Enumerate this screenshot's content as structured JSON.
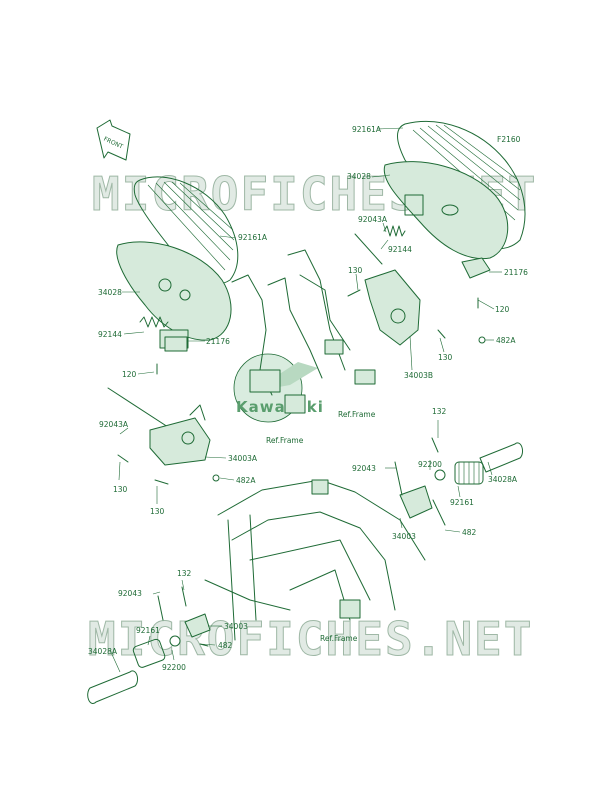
{
  "diagram_code": "F2160",
  "front_arrow": "FRONT",
  "watermark_top": "MICROFICHES.NET",
  "watermark_bottom": "MICROFICHES.NET",
  "logo_text": "Kawasaki",
  "ref_frame_labels": [
    "Ref.Frame",
    "Ref.Frame",
    "Ref.Frame"
  ],
  "callouts": {
    "c_92161A_top": "92161A",
    "c_34028_top": "34028",
    "c_92043A_right": "92043A",
    "c_92144_right": "92144",
    "c_21176_right": "21176",
    "c_130_right_a": "130",
    "c_120_right": "120",
    "c_482A_right": "482A",
    "c_130_right_b": "130",
    "c_34003B": "34003B",
    "c_92161A_left": "92161A",
    "c_34028_left": "34028",
    "c_92144_left": "92144",
    "c_21176_left": "21176",
    "c_120_left": "120",
    "c_92043A_left": "92043A",
    "c_130_left_a": "130",
    "c_34003A": "34003A",
    "c_482A_left": "482A",
    "c_130_left_b": "130",
    "c_132_right": "132",
    "c_92043_right": "92043",
    "c_92200_right": "92200",
    "c_34028A_right": "34028A",
    "c_92161_right": "92161",
    "c_34003_right": "34003",
    "c_482_right": "482",
    "c_92043_left": "92043",
    "c_132_left": "132",
    "c_34003_left": "34003",
    "c_92161_left": "92161",
    "c_482_left": "482",
    "c_34028A_left": "34028A",
    "c_92200_left": "92200"
  },
  "colors": {
    "line": "#1f6b36",
    "fill": "#d6eadb",
    "watermark": "#c9d8cd"
  }
}
